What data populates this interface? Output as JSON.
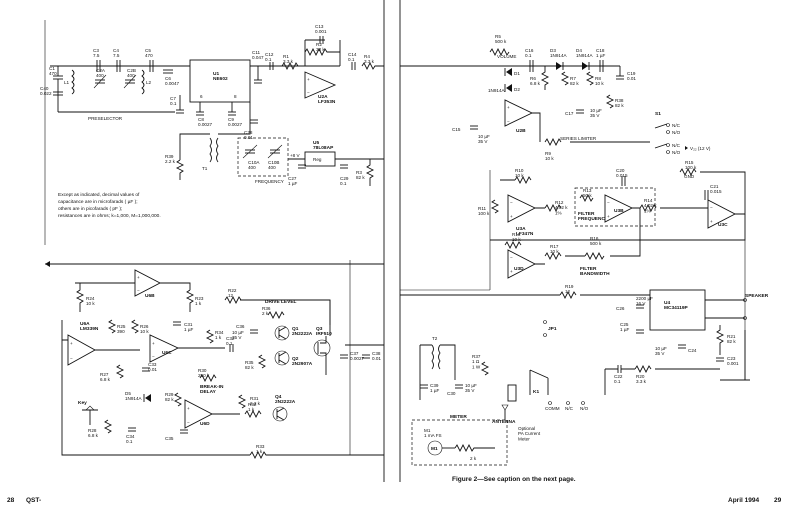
{
  "footer": {
    "left_page": "28",
    "left_logo": "QST-",
    "right_text": "April 1994",
    "right_page": "29"
  },
  "caption": "Figure 2—See caption on the next page.",
  "note_lines": [
    "Except as indicated, decimal values of",
    "capacitance are in microfarads ( µF );",
    "others are in picofarads ( pF );",
    "resistances are in ohms; k=1,000, M=1,000,000."
  ],
  "section_labels": {
    "preselector": "PRESELECTOR",
    "frequency": "FREQUENCY",
    "drive_level": "DRIVE LEVEL",
    "break_in_delay": "BREAK-IN\nDELAY",
    "key": "Key",
    "series_limiter": "SERIES LIMITER",
    "filter_frequency": "FILTER\nFREQUENCY",
    "filter_bandwidth": "FILTER\nBANDWIDTH",
    "speaker": "SPEAKER",
    "antenna": "ANTENNA",
    "meter": "METER",
    "optional_meter": "Optional\nPA Current\nMeter",
    "volume": "VOLUME",
    "gnd": "GND",
    "vcc": "V₂₂ (12 V)",
    "comm": "COMM",
    "nc": "N/C",
    "no": "N/O"
  },
  "components": {
    "u1": "U1\nNE602",
    "u5": "U5\n78L08AP",
    "u2a": "U2A\nLF353N",
    "u2b": "U2B",
    "u3a": "U3A\nLF347N",
    "u3b": "U3B",
    "u3c": "U3C",
    "u3d": "U3D",
    "u4": "U4\nMC34119P",
    "u6a": "U6A\nLM339N",
    "u6b": "U6B",
    "u6c": "U6C",
    "u6d": "U6D",
    "q1": "Q1\n2N2222A",
    "q2": "Q2\n2N2907A",
    "q3": "Q3\nIRF510",
    "q4": "Q4\n2N2222A",
    "m1": "M1\n1 mA FS",
    "k1": "K1",
    "t1": "T1",
    "t2": "T2",
    "jp1": "JP1",
    "s1": "S1",
    "reg": "Reg",
    "c1": "C1\n470",
    "c2": "C2\n0.047",
    "c3": "C3\n7.5",
    "c4": "C4\n7.5",
    "c5": "C5\n470",
    "c6": "C6\n0.0047",
    "c7": "C7\n0.1",
    "c8": "C8\n0.0027",
    "c9": "C9\n0.0027",
    "c11": "C11\n0.047",
    "c12": "C12\n0.1",
    "c13": "C13\n0.001",
    "c14": "C14\n0.1",
    "c15": "C15",
    "c16": "C16\n0.1",
    "c17": "C17",
    "c18": "C18\n1 µF",
    "c19": "C19\n0.01",
    "c20": "C20\n0.015",
    "c21": "C21\n0.015",
    "c22": "C22\n0.1",
    "c23": "C23\n0.001",
    "c24": "C24",
    "c25": "C25\n1 µF",
    "c26": "C26",
    "c27": "C27\n1 µF",
    "c28": "C28\n0.01",
    "c29": "C29\n0.1",
    "c30": "C30",
    "c31": "C31\n1 µF",
    "c32": "C32\n0.1",
    "c33": "C33\n0.01",
    "c34": "C34\n0.1",
    "c35": "C35",
    "c36": "C36",
    "c37": "C37\n0.0027",
    "c38": "C38\n0.01",
    "c39": "C39\n1 µF",
    "c40": "C40\n0.022",
    "c2a": "C2A\n400",
    "c2b": "C2B\n400",
    "c10a": "C10A\n400",
    "c10b": "C10B\n400",
    "r1": "R1\n3.3 k",
    "r2": "R2\n33 k",
    "r3": "R3\n82 k",
    "r4": "R4\n3.3 k",
    "r5": "R5\n500 k",
    "r6": "R6\n6.8 k",
    "r7": "R7\n82 k",
    "r8": "R8\n10 k",
    "r9": "R9\n10 k",
    "r10": "R10\n10 k",
    "r11": "R11\n100 k",
    "r12": "R12\n4.02 k\n1%",
    "r13": "R13\n50 k",
    "r14": "R14\n4.02 k\n1%",
    "r15": "R15\n100 k",
    "r16": "R16\n500 k",
    "r17": "R17\n10 k",
    "r18": "R18\n10 k",
    "r19": "R19\n12",
    "r20": "R20\n3.3 k",
    "r21": "R21\n82 k",
    "r22": "R22\n12",
    "r23": "R23\n1 k",
    "r24": "R24\n10 k",
    "r25": "R25\n390",
    "r26": "R26\n10 k",
    "r27": "R27\n6.8 k",
    "r28": "R28\n6.8 k",
    "r29": "R29\n82 k",
    "r30": "R30\n250 k",
    "r31": "R31\n2.2 k",
    "r32": "R32\n1 k",
    "r33": "R33\n1 k",
    "r34": "R34\n1 k",
    "r35": "R35\n82 k",
    "r36": "R36\n2 k",
    "r37": "R37\n1 Ω\n1 W",
    "r38": "R38\n82 k",
    "r39": "R39\n2.2 k",
    "r2k": "2 k",
    "r100k": "100 k",
    "l1": "L1",
    "l2": "L2",
    "d1": "D1",
    "d2": "D2",
    "d3": "D3\n1N914A",
    "d4": "D4\n1N914A",
    "d5": "D5\n1N914A",
    "d1n": "1N914A",
    "cap10": "10 µF\n35 V",
    "cap2200": "2200 µF\n16 V",
    "v8": "+8 V",
    "rfc": "RFC\n"
  }
}
